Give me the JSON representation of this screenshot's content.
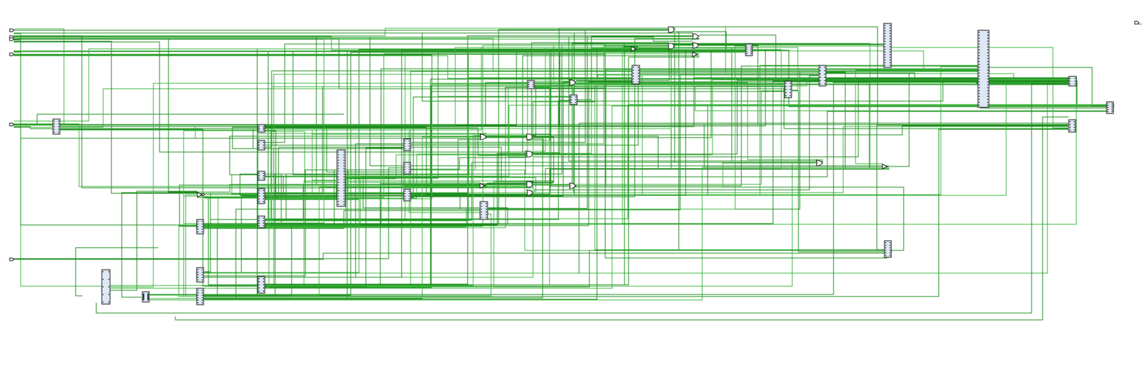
{
  "schematic": {
    "kind": "netlist",
    "colors": {
      "background": "#ffffff",
      "wire_primary": "#1e8c1e",
      "wire_secondary": "#3cb43c",
      "cell_fill": "#dde8f4",
      "cell_stroke": "#1a1a1a"
    },
    "input_ports": [
      "port-in-1",
      "port-in-2",
      "port-in-3",
      "port-in-4",
      "port-in-5",
      "port-in-6"
    ],
    "output_ports": [
      "port-out-1"
    ],
    "cells": [
      {
        "id": "cell-a1",
        "pins": 5
      },
      {
        "id": "cell-b1",
        "pins": 3
      },
      {
        "id": "cell-b2",
        "pins": 3
      },
      {
        "id": "cell-b3",
        "pins": 3
      },
      {
        "id": "cell-b4",
        "pins": 5
      },
      {
        "id": "cell-b5",
        "pins": 4
      },
      {
        "id": "cell-b6",
        "pins": 5
      },
      {
        "id": "cell-b7",
        "pins": 5
      },
      {
        "id": "cell-big-c1",
        "pins": 20
      },
      {
        "id": "cell-c2",
        "pins": 4
      },
      {
        "id": "cell-c3",
        "pins": 4
      },
      {
        "id": "cell-c4",
        "pins": 4
      },
      {
        "id": "cell-c5",
        "pins": 6
      },
      {
        "id": "cell-d1",
        "pins": 3
      },
      {
        "id": "cell-d2",
        "pins": 3
      },
      {
        "id": "cell-d3",
        "pins": 6
      },
      {
        "id": "cell-e1",
        "pins": 5
      },
      {
        "id": "cell-e2",
        "pins": 5
      },
      {
        "id": "cell-f1",
        "pins": 6
      },
      {
        "id": "cell-f2",
        "pins": 6
      },
      {
        "id": "cell-big-g1",
        "pins": 16
      },
      {
        "id": "cell-g2",
        "pins": 5
      },
      {
        "id": "cell-big-h1",
        "pins": 26
      },
      {
        "id": "cell-h2",
        "pins": 3
      },
      {
        "id": "cell-h3",
        "pins": 4
      },
      {
        "id": "cell-h4",
        "pins": 4
      },
      {
        "id": "cell-l1",
        "pins": 5
      },
      {
        "id": "cell-l2",
        "pins": 12
      },
      {
        "id": "cell-l3",
        "pins": 5
      },
      {
        "id": "cell-l4",
        "pins": 6
      },
      {
        "id": "cell-l5",
        "pins": 6
      },
      {
        "id": "cell-l6",
        "pins": 3
      }
    ],
    "gates": [
      {
        "id": "gate-and-1",
        "type": "and"
      },
      {
        "id": "gate-or-1",
        "type": "or"
      },
      {
        "id": "gate-and-2",
        "type": "and"
      },
      {
        "id": "gate-or-2",
        "type": "or"
      },
      {
        "id": "gate-buf-1",
        "type": "buf"
      },
      {
        "id": "gate-buf-2",
        "type": "buf"
      },
      {
        "id": "gate-or-3",
        "type": "or"
      },
      {
        "id": "gate-or-4",
        "type": "or"
      },
      {
        "id": "gate-and-3",
        "type": "and"
      },
      {
        "id": "gate-and-4",
        "type": "and"
      },
      {
        "id": "gate-and-5",
        "type": "and"
      },
      {
        "id": "gate-or-5",
        "type": "or"
      },
      {
        "id": "gate-buf-3",
        "type": "buf"
      },
      {
        "id": "gate-or-6",
        "type": "or"
      },
      {
        "id": "gate-or-7",
        "type": "or"
      },
      {
        "id": "gate-not-1",
        "type": "not"
      },
      {
        "id": "gate-buf-4",
        "type": "buf"
      }
    ]
  }
}
